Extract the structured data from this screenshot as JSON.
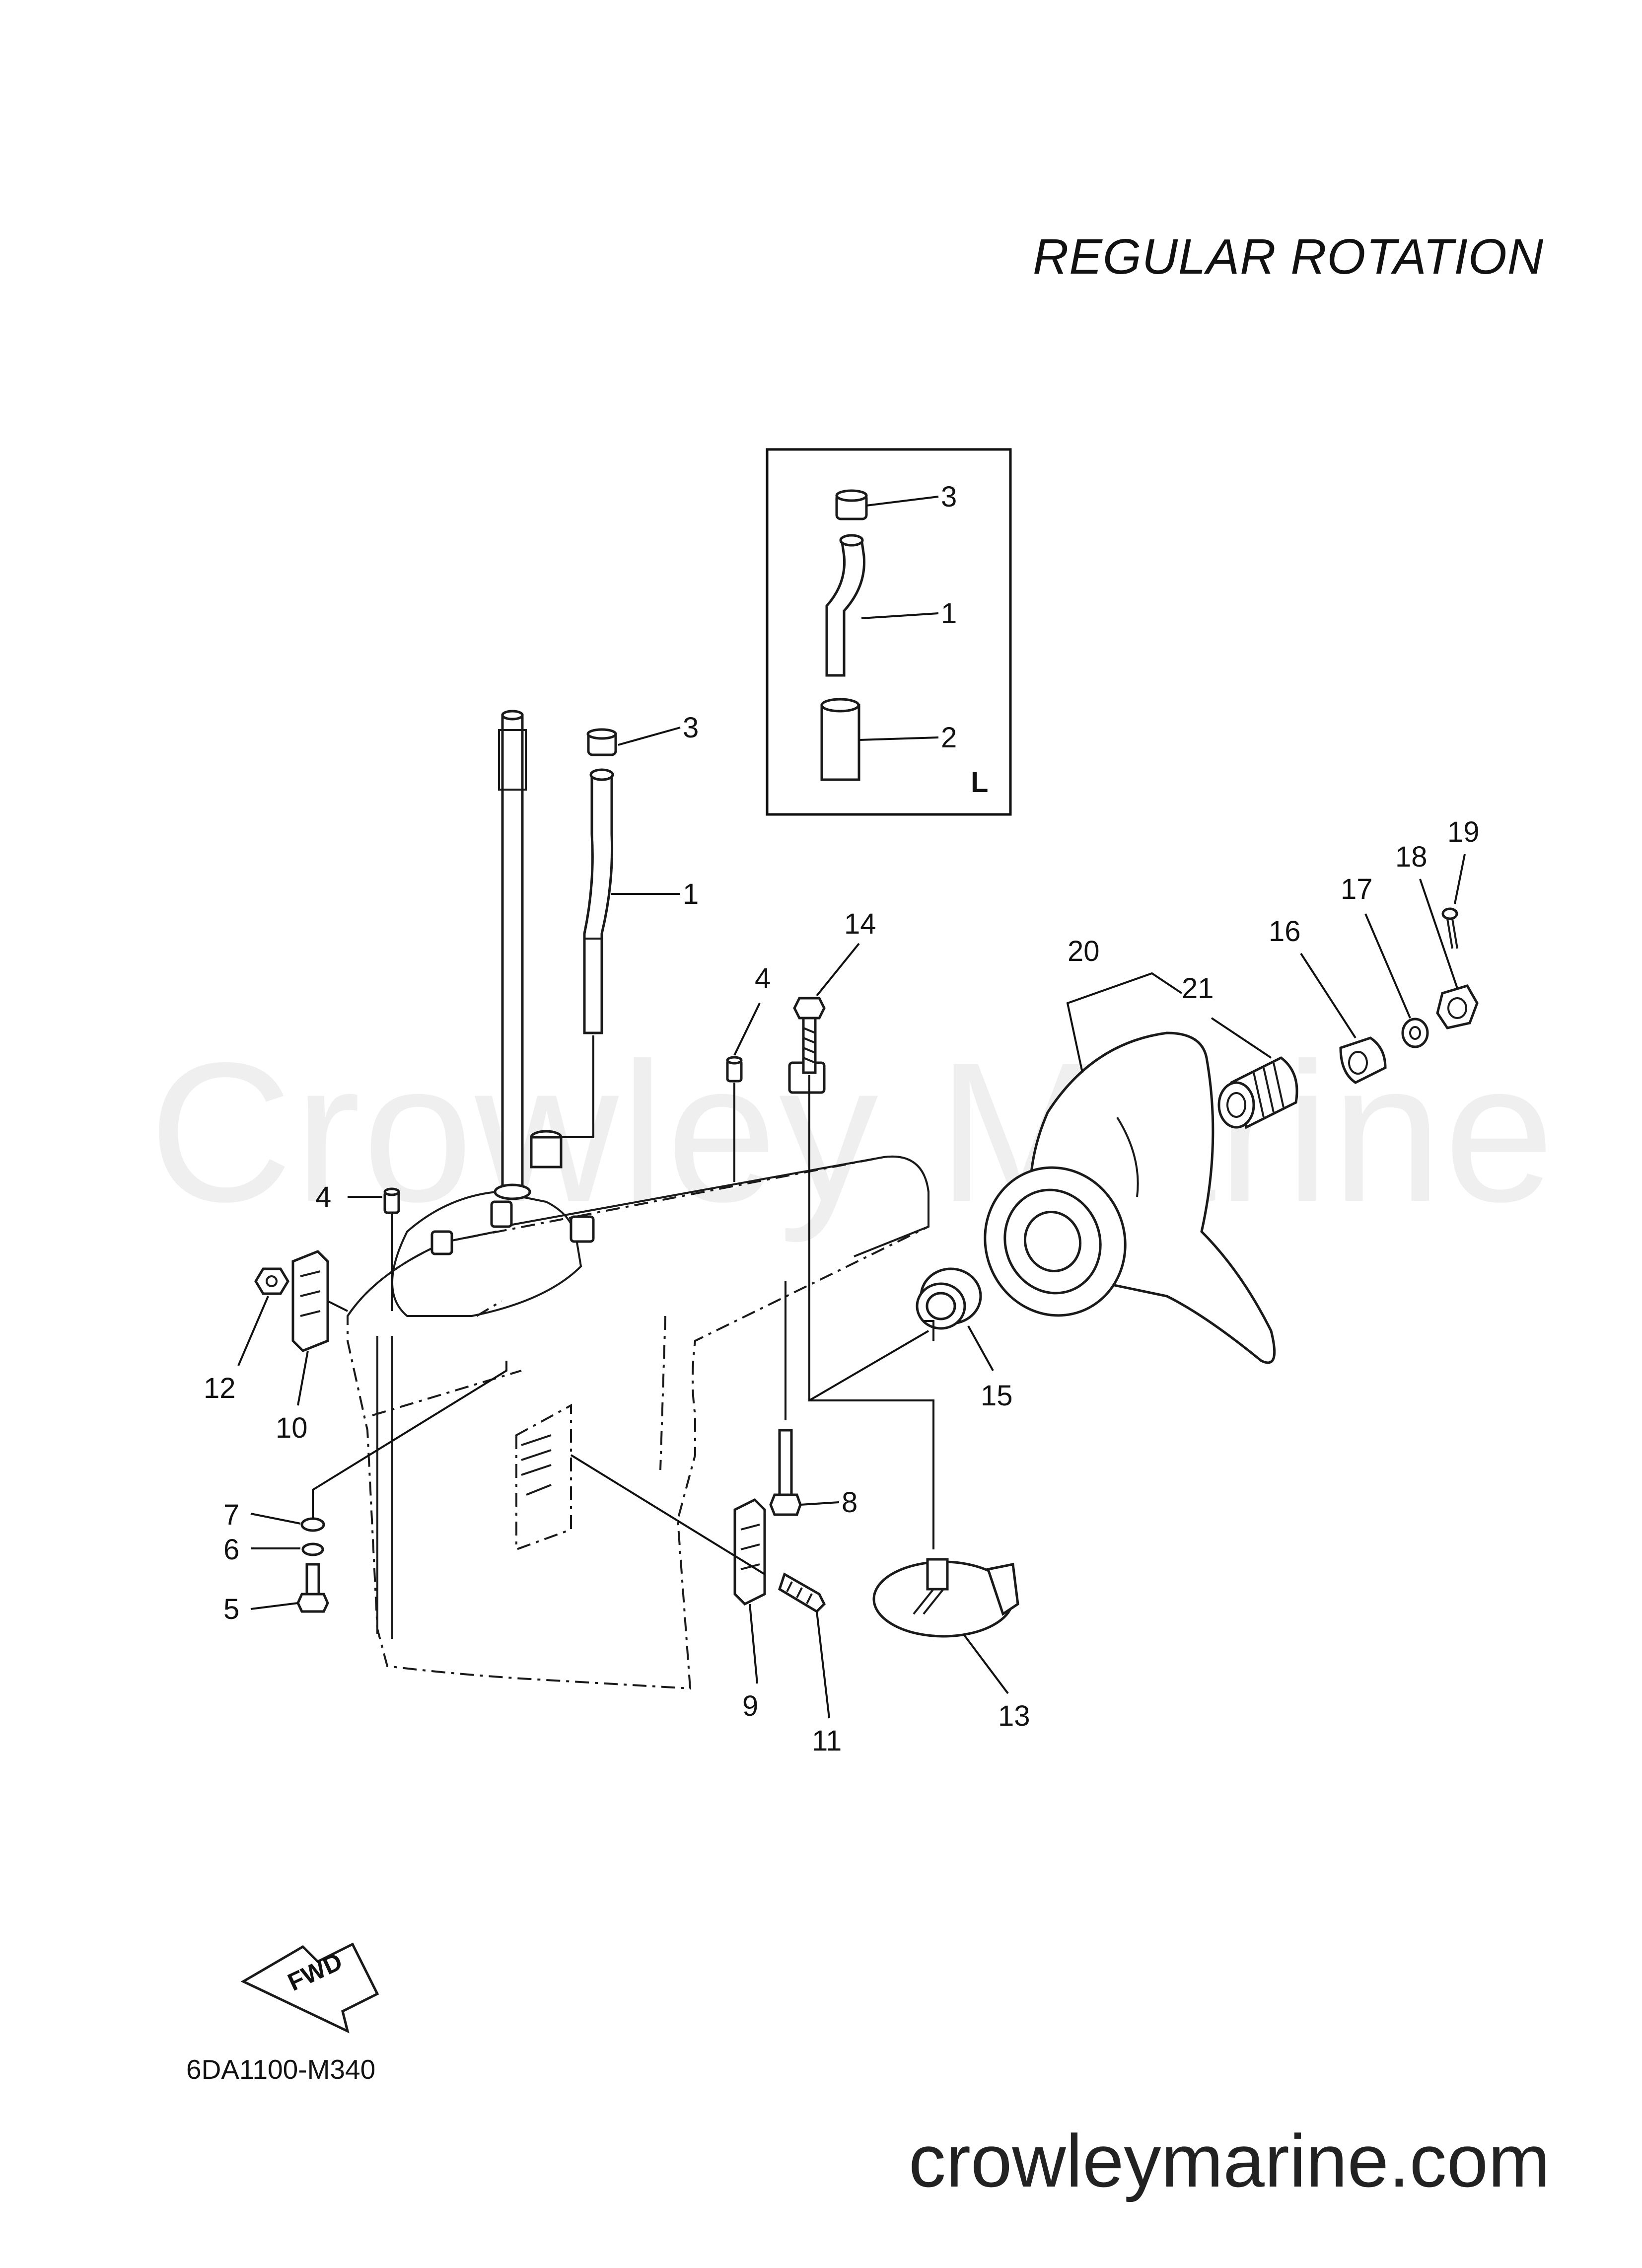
{
  "header": {
    "title": "REGULAR ROTATION"
  },
  "watermark": {
    "text": "Crowley Marine"
  },
  "inset": {
    "tag": "L"
  },
  "callouts": {
    "c1": "1",
    "c2": "2",
    "c3": "3",
    "c4": "4",
    "c5": "5",
    "c6": "6",
    "c7": "7",
    "c8": "8",
    "c9": "9",
    "c10": "10",
    "c11": "11",
    "c12": "12",
    "c13": "13",
    "c14": "14",
    "c15": "15",
    "c16": "16",
    "c17": "17",
    "c18": "18",
    "c19": "19",
    "c20": "20",
    "c21": "21"
  },
  "fwd_badge": {
    "text": "FWD"
  },
  "footer": {
    "diagram_code": "6DA1100-M340",
    "site": "crowleymarine.com"
  }
}
